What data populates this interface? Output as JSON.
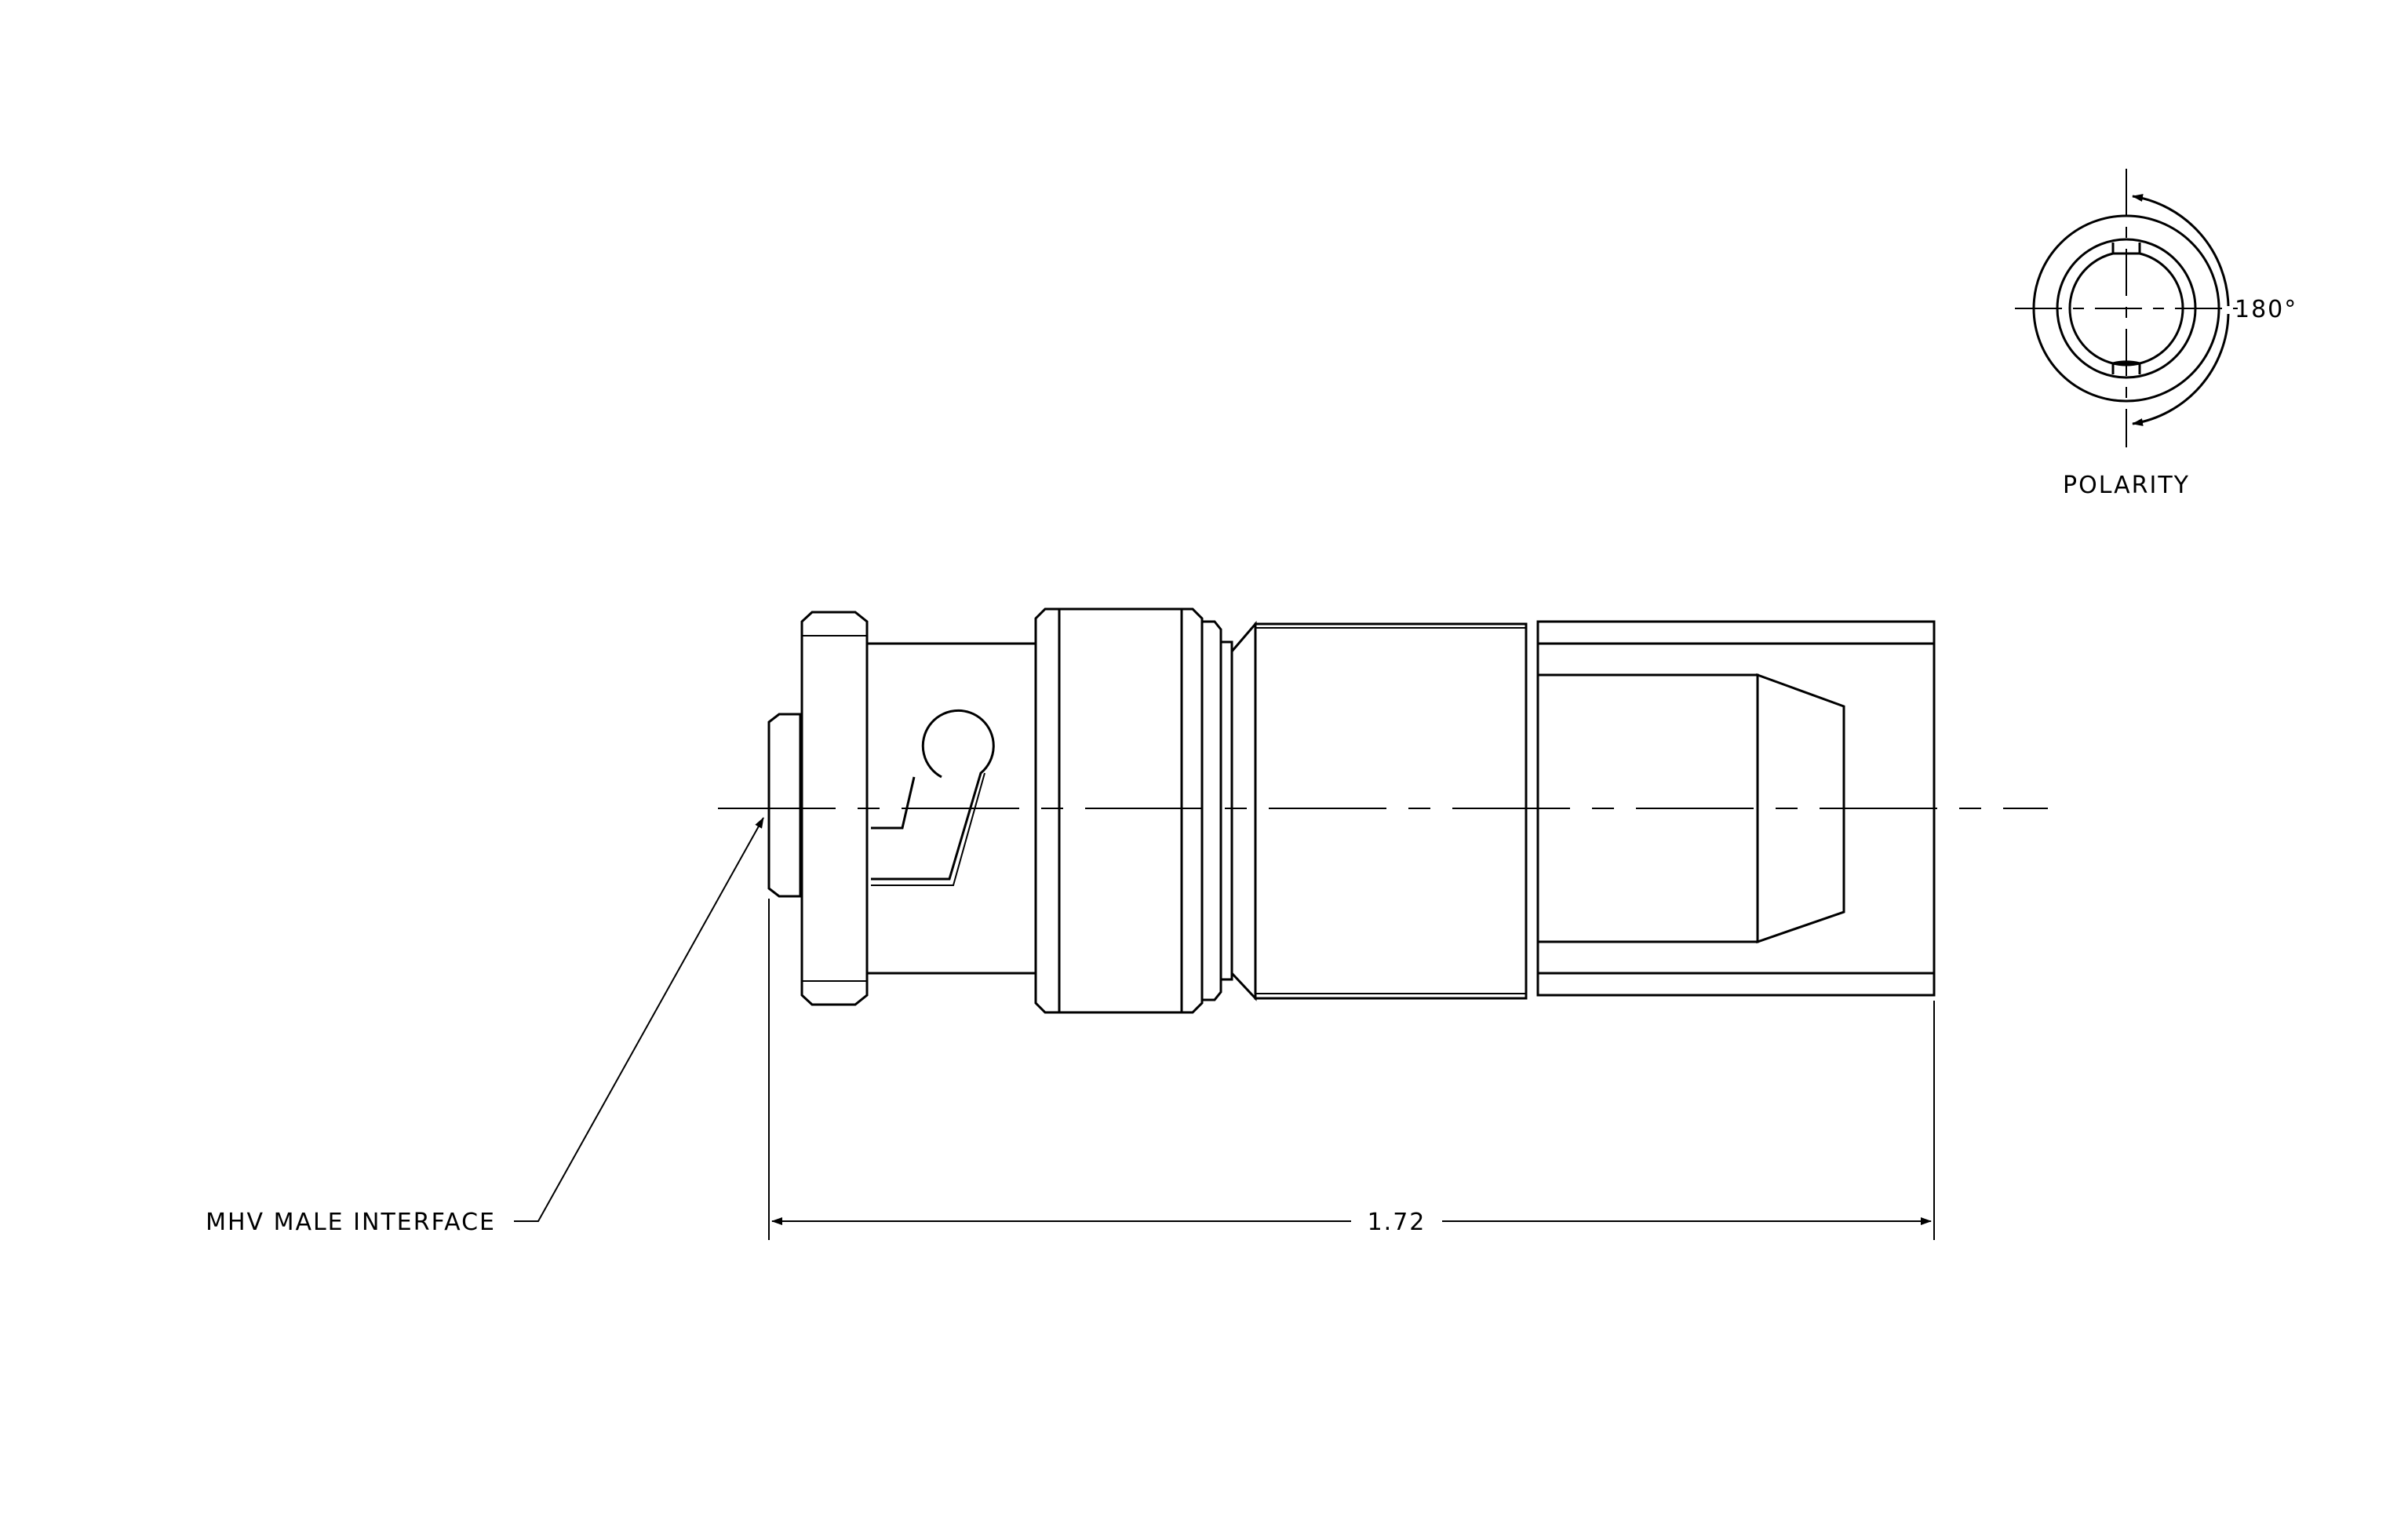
{
  "labels": {
    "interface_callout": "MHV MALE INTERFACE",
    "length_dimension": "1.72",
    "rotation_angle": "180°",
    "polarity_caption": "POLARITY"
  },
  "colors": {
    "line": "#000000",
    "background": "#ffffff"
  }
}
